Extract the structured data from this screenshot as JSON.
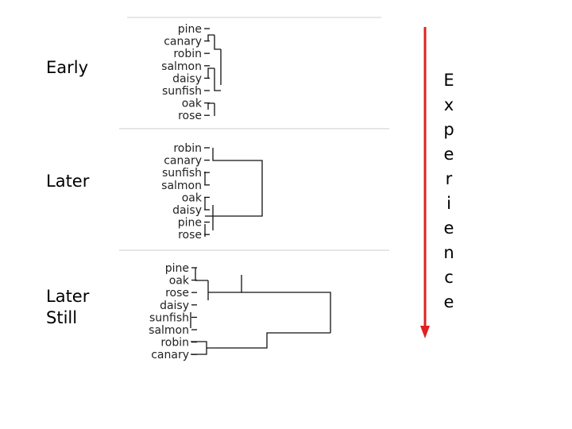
{
  "stages": [
    {
      "label": "Early",
      "leaves": [
        "pine",
        "canary",
        "robin",
        "salmon",
        "daisy",
        "sunfish",
        "oak",
        "rose"
      ]
    },
    {
      "label": "Later",
      "leaves": [
        "robin",
        "canary",
        "sunfish",
        "salmon",
        "oak",
        "daisy",
        "pine",
        "rose"
      ]
    },
    {
      "label": "Later\nStill",
      "leaves": [
        "pine",
        "oak",
        "rose",
        "daisy",
        "sunfish",
        "salmon",
        "robin",
        "canary"
      ]
    }
  ],
  "axis_word": "Experience",
  "colors": {
    "arrow": "#e02020",
    "text": "#000000",
    "branch": "#111111"
  }
}
